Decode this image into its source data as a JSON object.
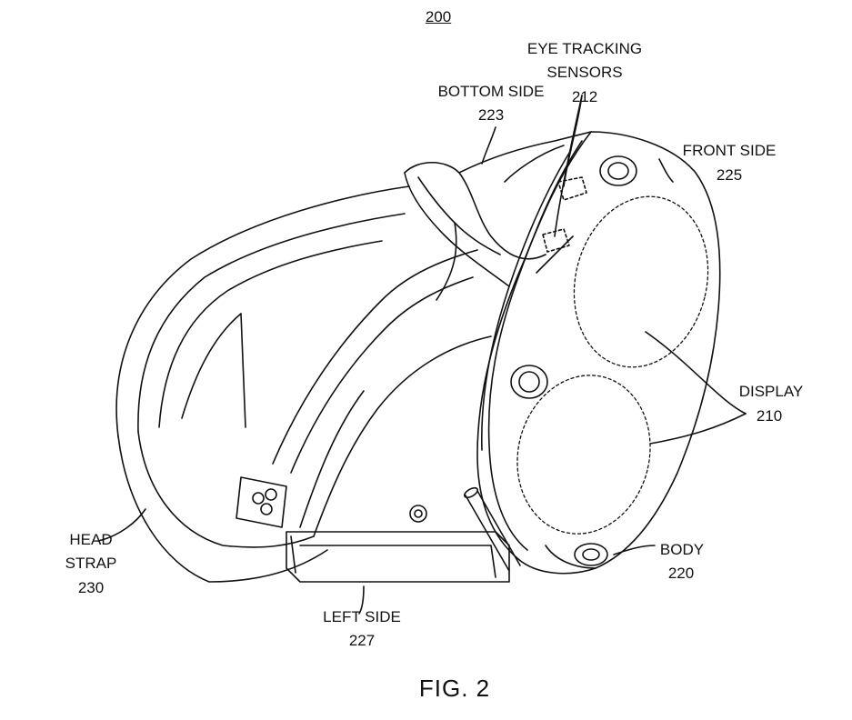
{
  "figure": {
    "reference_number": "200",
    "caption": "FIG. 2"
  },
  "labels": {
    "eye_tracking_line1": "EYE TRACKING",
    "eye_tracking_line2": "SENSORS",
    "eye_tracking_num": "212",
    "bottom_side": "BOTTOM SIDE",
    "bottom_side_num": "223",
    "front_side": "FRONT SIDE",
    "front_side_num": "225",
    "display": "DISPLAY",
    "display_num": "210",
    "body": "BODY",
    "body_num": "220",
    "left_side": "LEFT SIDE",
    "left_side_num": "227",
    "head_strap_line1": "HEAD",
    "head_strap_line2": "STRAP",
    "head_strap_num": "230"
  },
  "colors": {
    "ink": "#111111",
    "background": "#ffffff"
  }
}
